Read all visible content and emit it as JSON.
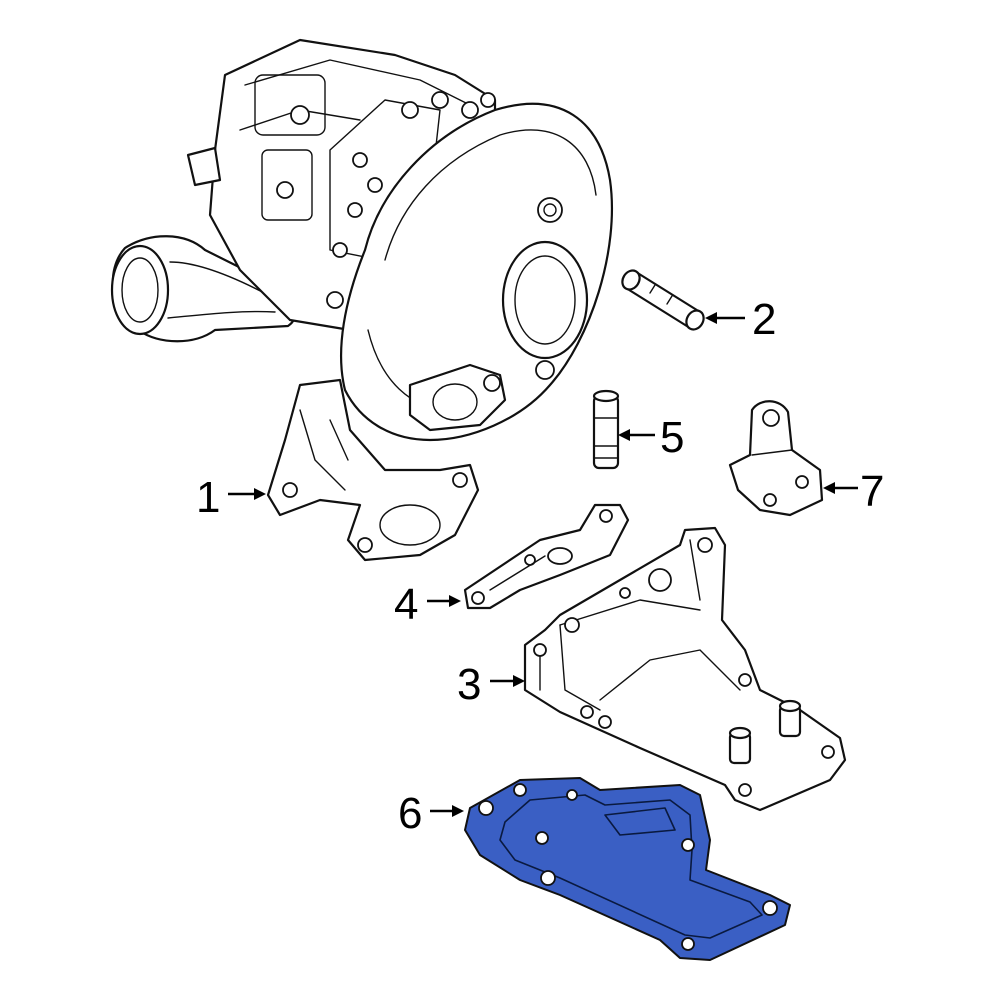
{
  "diagram": {
    "highlight_color": "#3a5fc4",
    "line_color": "#111111",
    "background": "#ffffff",
    "callouts": [
      {
        "id": "1",
        "label": "1"
      },
      {
        "id": "2",
        "label": "2"
      },
      {
        "id": "3",
        "label": "3"
      },
      {
        "id": "4",
        "label": "4"
      },
      {
        "id": "5",
        "label": "5"
      },
      {
        "id": "6",
        "label": "6"
      },
      {
        "id": "7",
        "label": "7"
      }
    ],
    "highlighted_part": "6"
  }
}
